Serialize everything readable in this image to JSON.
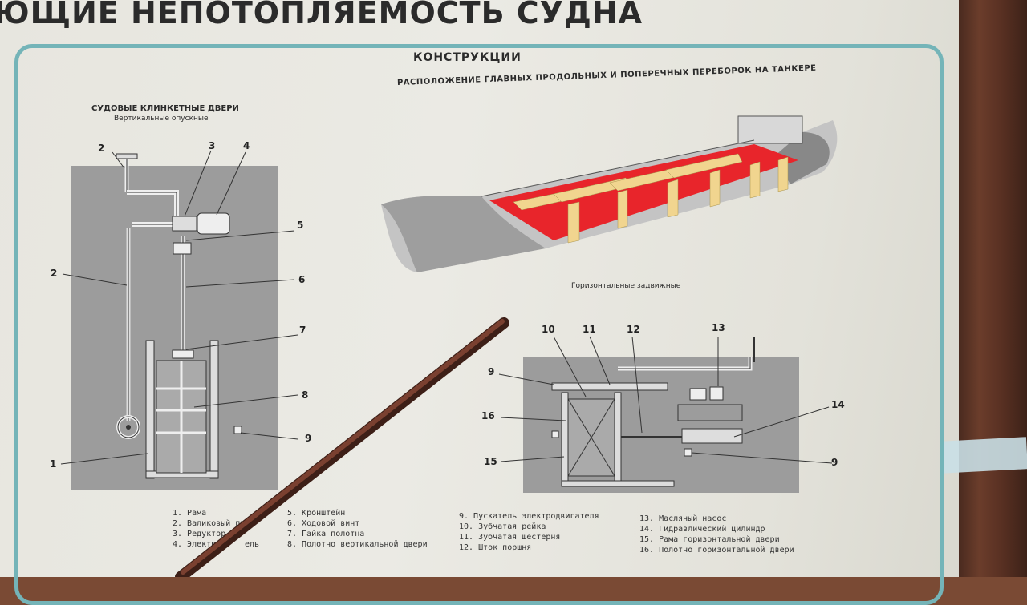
{
  "poster": {
    "main_title": "ющие непотопляемость судна",
    "section_title": "КОНСТРУКЦИИ",
    "left_title": "СУДОВЫЕ КЛИНКЕТНЫЕ ДВЕРИ",
    "left_subtitle": "Вертикальные опускные",
    "tanker_title": "РАСПОЛОЖЕНИЕ ГЛАВНЫХ ПРОДОЛЬНЫХ И ПОПЕРЕЧНЫХ ПЕРЕБОРОК НА ТАНКЕРЕ",
    "horizontal_title": "Горизонтальные задвижные"
  },
  "callouts_vertical": [
    "2",
    "3",
    "4",
    "5",
    "2",
    "6",
    "7",
    "8",
    "9",
    "1"
  ],
  "callouts_horizontal": [
    "10",
    "11",
    "12",
    "13",
    "9",
    "16",
    "15",
    "14",
    "9"
  ],
  "legend": {
    "col1": [
      "1. Рама",
      "2. Валиковый пр",
      "3. Редуктор",
      "4. Электр"
    ],
    "col1_tail": "ель",
    "col2": [
      "5. Кронштейн",
      "6. Ходовой винт",
      "7. Гайка полотна",
      "8. Полотно вертикальной двери"
    ],
    "col3": [
      "9. Пускатель электродвигателя",
      "10. Зубчатая рейка",
      "11. Зубчатая шестерня",
      "12. Шток поршня"
    ],
    "col4": [
      "13. Масляный насос",
      "14. Гидравлический цилиндр",
      "15. Рама горизонтальной двери",
      "16. Полотно горизонтальной двери"
    ]
  },
  "colors": {
    "frame": "#74b4b8",
    "bulkhead_red": "#e8252b",
    "bulkhead_tan": "#f1d58f",
    "hull_gray": "#a8a8a8",
    "pointer": "#5a2e22"
  }
}
